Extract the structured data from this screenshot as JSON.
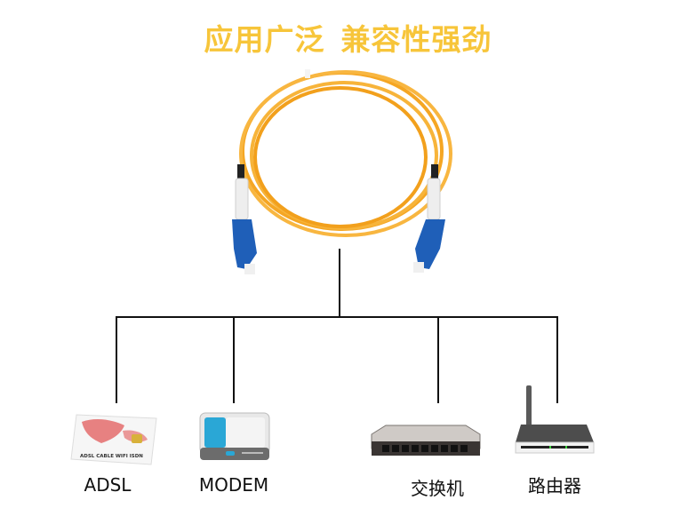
{
  "headline": {
    "part1": "应用广泛",
    "part2": "兼容性强劲",
    "color": "#f7c53a"
  },
  "product": {
    "name": "fiber-optic-patch-cable",
    "cable_color": "#f5a623",
    "connector_color": "#1f5fb8",
    "connector_type": "LC"
  },
  "devices": [
    {
      "label": "ADSL",
      "icon": "adsl-card-icon",
      "card_text": "ADSL CABLE WIFI ISDN"
    },
    {
      "label": "MODEM",
      "icon": "modem-icon"
    },
    {
      "label": "交换机",
      "icon": "switch-icon"
    },
    {
      "label": "路由器",
      "icon": "router-icon"
    }
  ]
}
